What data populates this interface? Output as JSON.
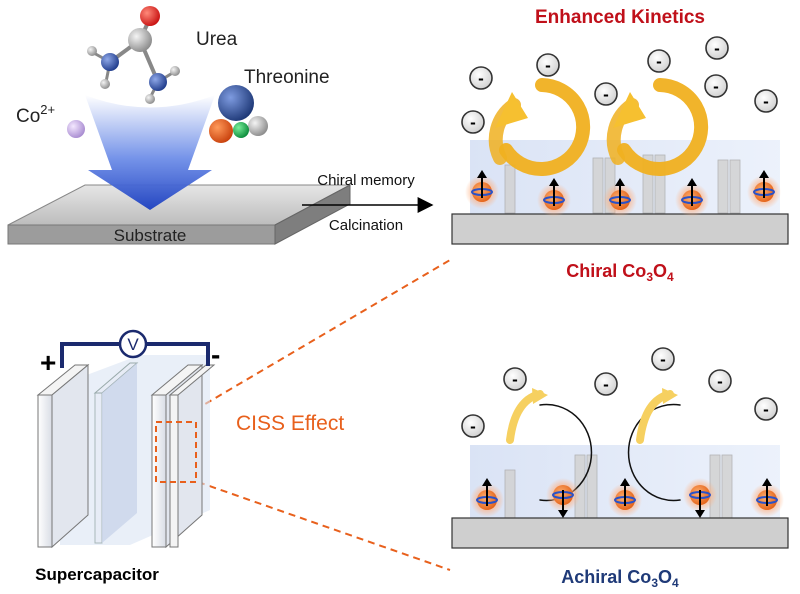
{
  "labels": {
    "urea": "Urea",
    "threonine": "Threonine",
    "co_ion": "Co",
    "co_charge": "2+",
    "substrate": "Substrate",
    "step_top": "Chiral memory",
    "step_bottom": "Calcination",
    "enhanced_kinetics": "Enhanced Kinetics",
    "chiral_prefix": "Chiral Co",
    "achiral_prefix": "Achiral Co",
    "sub3": "3",
    "o": "O",
    "sub4": "4",
    "ciss": "CISS Effect",
    "supercapacitor": "Supercapacitor",
    "plus": "+",
    "minus": "-",
    "voltmeter": "V",
    "electron": "-"
  },
  "colors": {
    "title_red": "#c0101a",
    "achiral_blue": "#1f3a78",
    "ciss_orange": "#e8601c",
    "arrow_gold": "#f0b020",
    "arrow_gold_light": "#f6d060",
    "substrate_gray": "#bdbdbd",
    "blue_funnel": "#2a52c8"
  },
  "icons": {
    "molecule_urea": "urea-molecule-icon",
    "molecule_threonine": "threonine-molecule-icon",
    "spin": "spin-up-down-icon",
    "electron": "electron-icon"
  }
}
